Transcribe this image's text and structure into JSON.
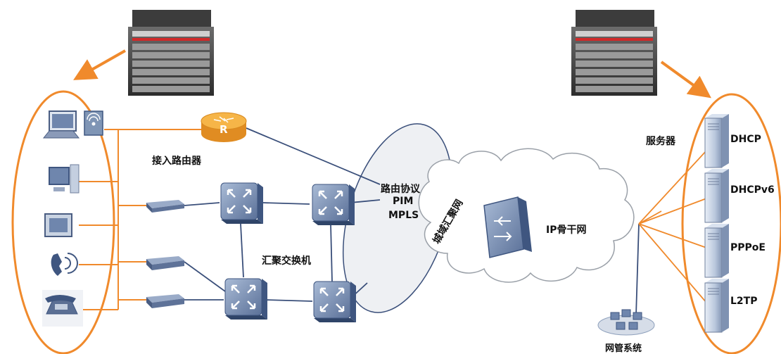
{
  "labels": {
    "access_router": "接入路由器",
    "routing_protocol": "路由协议",
    "pim": "PIM",
    "mpls": "MPLS",
    "metro_aggregation": "城域汇聚网",
    "aggregation_switch": "汇聚交换机",
    "ip_backbone": "IP骨干网",
    "servers": "服务器",
    "nms": "网管系统"
  },
  "servers": [
    {
      "name": "DHCP"
    },
    {
      "name": "DHCPv6"
    },
    {
      "name": "PPPoE"
    },
    {
      "name": "L2TP"
    }
  ],
  "router_letter": "R",
  "colors": {
    "accent": "#f08a2c",
    "link": "#3a4f7a",
    "device": "#7f95b5",
    "device_dark": "#3f5680",
    "router": "#f6a93a",
    "cloud_stroke": "#9aa0a8"
  }
}
